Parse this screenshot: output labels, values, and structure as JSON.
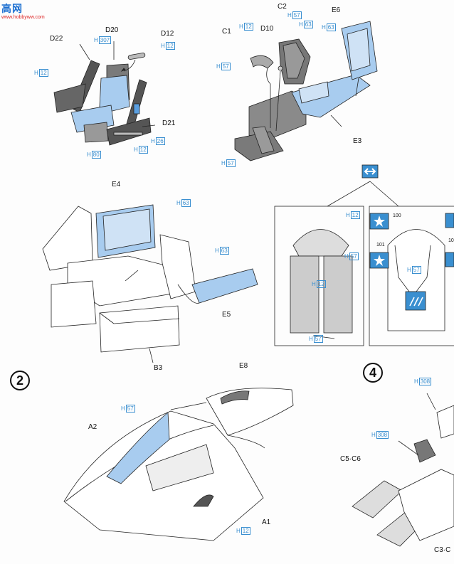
{
  "watermark": {
    "title": "高网",
    "url": "www.hobbyww.com"
  },
  "colors": {
    "accent_blue": "#3a8fd0",
    "part_blue": "#a8ccef",
    "part_grey": "#8a8a8a"
  },
  "labels": {
    "d22": "D22",
    "d20": "D20",
    "d12": "D12",
    "d21": "D21",
    "c2": "C2",
    "e6": "E6",
    "c1": "C1",
    "d10": "D10",
    "e3": "E3",
    "e4": "E4",
    "e5": "E5",
    "b3": "B3",
    "e8": "E8",
    "a2": "A2",
    "a1": "A1",
    "c5c6": "C5·C6",
    "c3c": "C3·C"
  },
  "paint": {
    "h": "H",
    "h307": "307",
    "h12": "12",
    "h26": "26",
    "h80": "80",
    "h57": "57",
    "h63": "63",
    "h308": "308"
  },
  "steps": {
    "two": "2",
    "four": "4"
  },
  "decals": {
    "n100": "100",
    "n101": "101",
    "n10": "10"
  }
}
